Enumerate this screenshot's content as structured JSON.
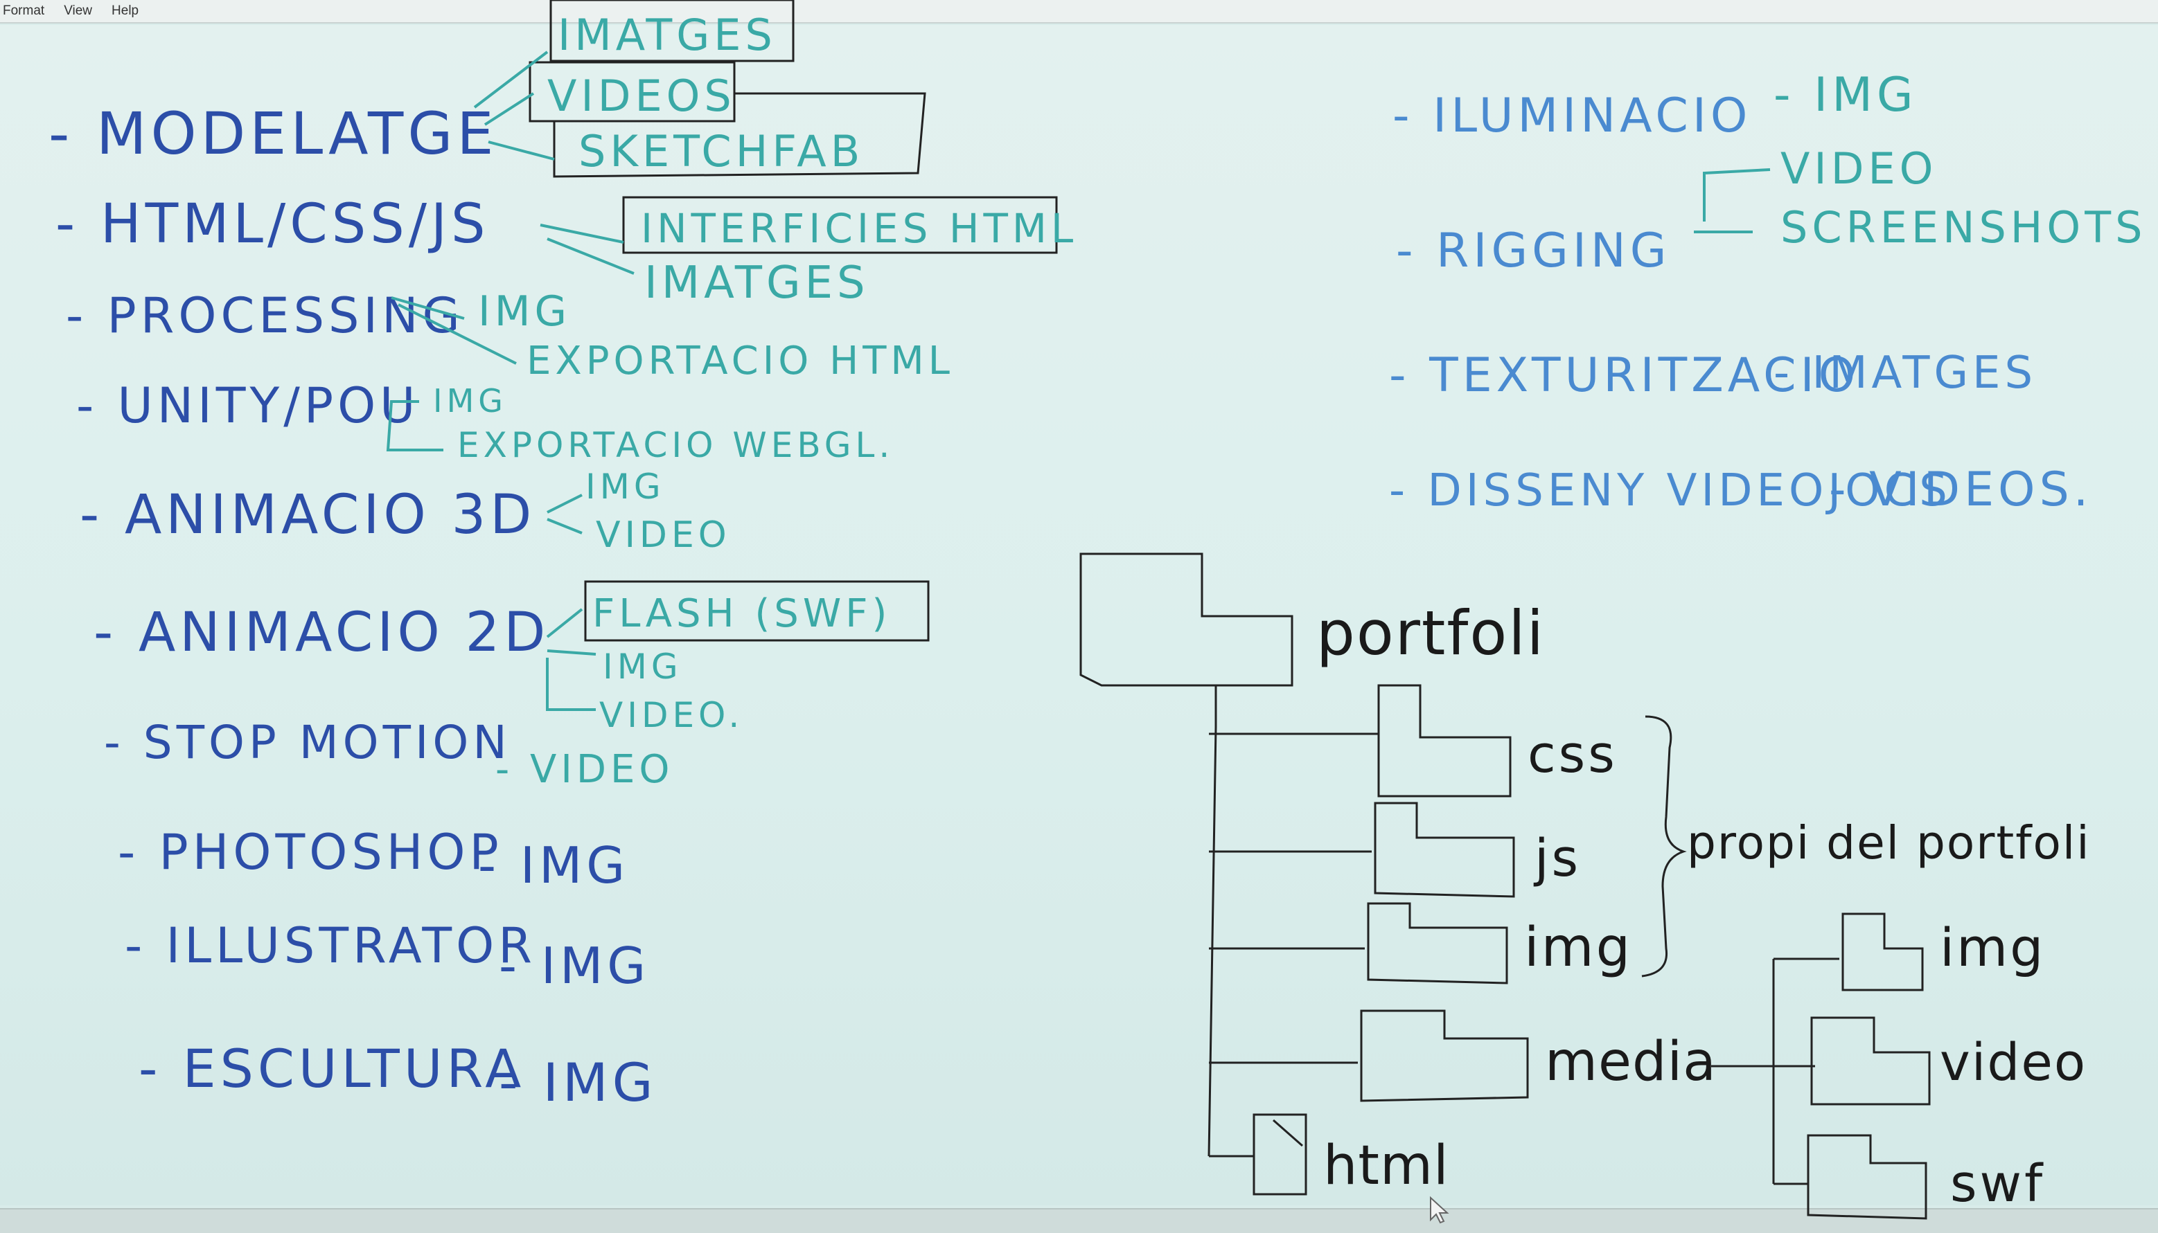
{
  "menu": {
    "format": "Format",
    "view": "View",
    "help": "Help"
  },
  "left_list": [
    {
      "label": "- MODELATGE",
      "items": [
        "IMATGES",
        "VIDEOS",
        "SKETCHFAB"
      ]
    },
    {
      "label": "- HTML/CSS/JS",
      "items": [
        "INTERFICIES HTML",
        "IMATGES"
      ]
    },
    {
      "label": "- PROCESSING",
      "items": [
        "IMG",
        "EXPORTACIO HTML"
      ]
    },
    {
      "label": "- UNITY/POU",
      "items": [
        "IMG",
        "EXPORTACIO WEBGL."
      ]
    },
    {
      "label": "- ANIMACIO 3D",
      "items": [
        "IMG",
        "VIDEO"
      ]
    },
    {
      "label": "- ANIMACIO 2D",
      "items": [
        "FLASH (SWF)",
        "IMG",
        "VIDEO."
      ]
    },
    {
      "label": "- STOP MOTION",
      "items": [
        "- VIDEO"
      ]
    },
    {
      "label": "- PHOTOSHOP",
      "items": [
        "- IMG"
      ]
    },
    {
      "label": "- ILLUSTRATOR",
      "items": [
        "- IMG"
      ]
    },
    {
      "label": "- ESCULTURA",
      "items": [
        "- IMG"
      ]
    }
  ],
  "right_list": [
    {
      "label": "- ILUMINACIO",
      "items": [
        "- IMG"
      ]
    },
    {
      "label": "- RIGGING",
      "items": [
        "VIDEO",
        "SCREENSHOTS"
      ]
    },
    {
      "label": "- TEXTURITZACIO",
      "items": [
        "- IMATGES"
      ]
    },
    {
      "label": "- DISSENY VIDEOJOCS",
      "items": [
        "- VIDEOS."
      ]
    }
  ],
  "tree": {
    "root": "portfoli",
    "folders": [
      "css",
      "js",
      "img",
      "media",
      "html"
    ],
    "brace_label": "propi del portfoli",
    "media_children": [
      "img",
      "video",
      "swf"
    ]
  },
  "colors": {
    "blue_ink": "#2c4ea8",
    "teal_ink": "#3aa9a6",
    "light_blue_ink": "#4a8ad0",
    "black_ink": "#1a1a1a"
  }
}
